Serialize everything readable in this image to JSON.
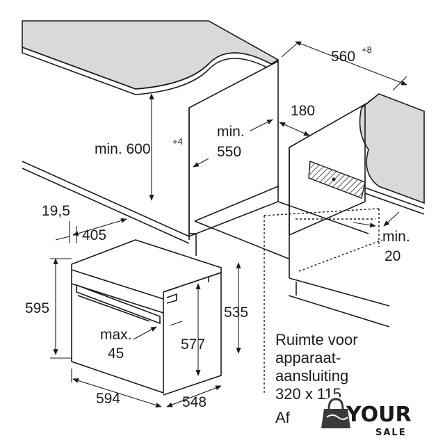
{
  "dimensions": {
    "width_top": {
      "value": "560",
      "sup": "+8"
    },
    "height_niche": {
      "prefix": "min. 600",
      "sup": "+4"
    },
    "depth_min_line1": "min.",
    "depth_min_line2": "550",
    "gap_top": "180",
    "back_min_line1": "min.",
    "back_min_line2": "20",
    "front_offset": "19,5",
    "front_depth": "405",
    "oven_height": "595",
    "oven_body_height": "535",
    "inner_height": "577",
    "max_line1": "max.",
    "max_line2": "45",
    "oven_width": "594",
    "oven_depth": "548"
  },
  "note": {
    "line1": "Ruimte voor",
    "line2": "apparaat-",
    "line3": "aansluiting",
    "line4": "320 x 115",
    "line5": "Af"
  },
  "watermark": {
    "line1": "YOUR",
    "line2": "SALE"
  }
}
